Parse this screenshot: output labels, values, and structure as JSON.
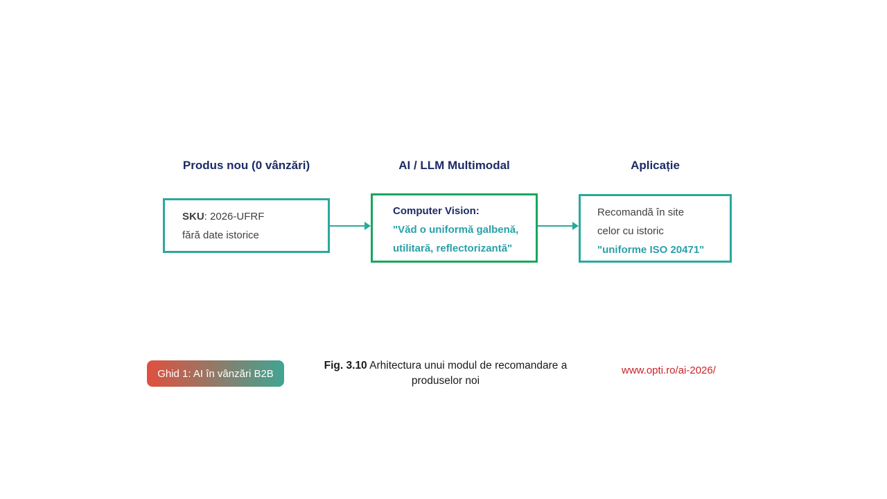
{
  "colors": {
    "navy": "#1c2b63",
    "teal_border": "#2ba89c",
    "green_border": "#16a75c",
    "teal_text": "#2aa0a8",
    "body_text": "#3f3f3f",
    "red_link": "#c5242b",
    "badge_start": "#e0503f",
    "badge_end": "#41a492"
  },
  "flow": {
    "stages": [
      {
        "header": "Produs nou (0 vânzări)",
        "line1_bold": "SKU",
        "line1_rest": ": 2026-UFRF",
        "line2": "fără date istorice"
      },
      {
        "header": "AI / LLM Multimodal",
        "line1": "Computer Vision:",
        "line2": "\"Văd o uniformă galbenă,",
        "line3": "utilitară, reflectorizantă\""
      },
      {
        "header": "Aplicație",
        "line1": "Recomandă în site",
        "line2": "celor cu istoric",
        "line3": "\"uniforme ISO 20471\""
      }
    ]
  },
  "footer": {
    "badge_label": "Ghid 1: AI în vânzări B2B",
    "caption_bold": "Fig. 3.10",
    "caption_rest": " Arhitectura unui modul de recomandare a produselor noi",
    "link": "www.opti.ro/ai-2026/"
  }
}
